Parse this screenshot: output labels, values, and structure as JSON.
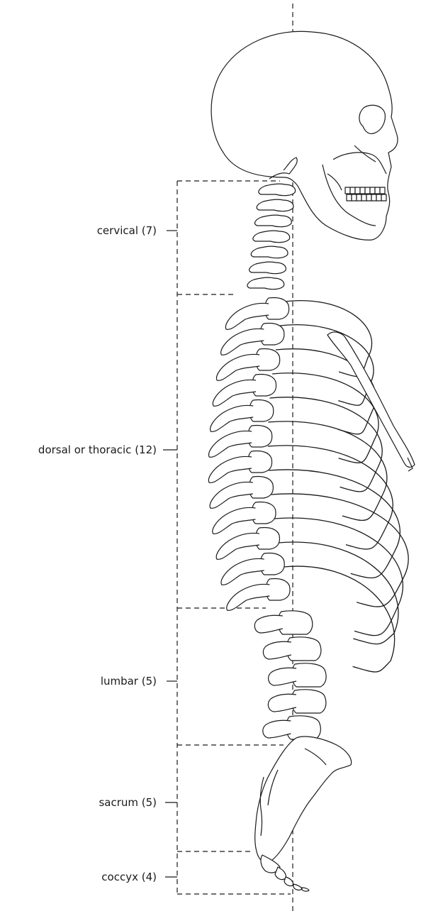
{
  "regions": [
    {
      "id": "cervical",
      "label": "cervical (7)"
    },
    {
      "id": "thoracic",
      "label": "dorsal or thoracic (12)"
    },
    {
      "id": "lumbar",
      "label": "lumbar (5)"
    },
    {
      "id": "sacrum",
      "label": "sacrum (5)"
    },
    {
      "id": "coccyx",
      "label": "coccyx (4)"
    }
  ]
}
